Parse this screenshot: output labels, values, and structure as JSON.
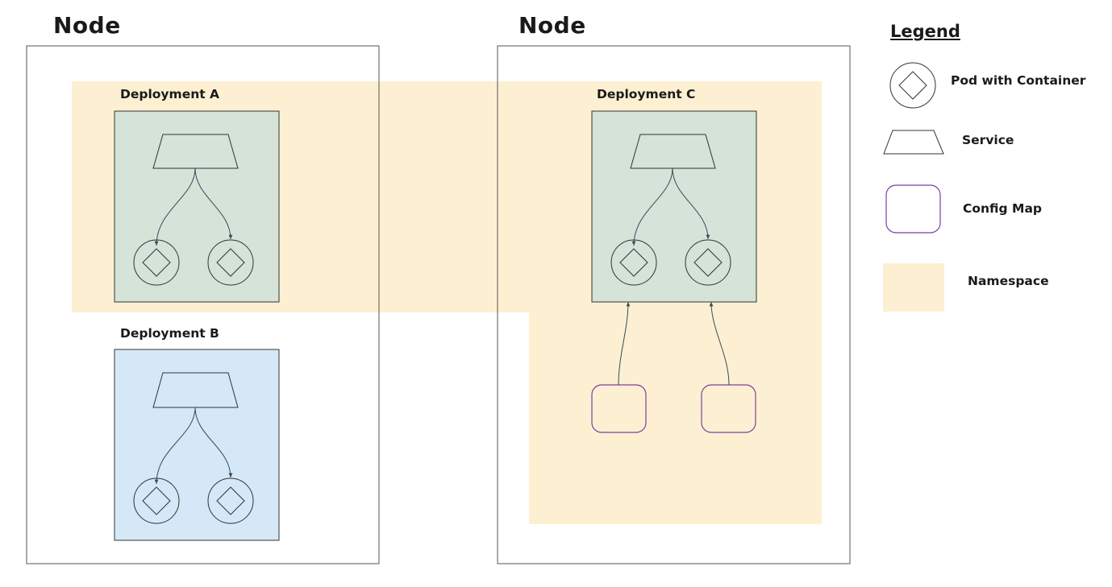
{
  "nodes": [
    {
      "title": "Node"
    },
    {
      "title": "Node"
    }
  ],
  "deployments": [
    {
      "title": "Deployment A",
      "fill": "#d5e3d9"
    },
    {
      "title": "Deployment B",
      "fill": "#d4e8f7"
    },
    {
      "title": "Deployment C",
      "fill": "#d5e3d9"
    }
  ],
  "legend": {
    "title": "Legend",
    "items": [
      {
        "label": "Pod with Container",
        "icon": "pod-icon"
      },
      {
        "label": "Service",
        "icon": "service-icon"
      },
      {
        "label": "Config Map",
        "icon": "config-map-icon"
      },
      {
        "label": "Namespace",
        "icon": "namespace-swatch"
      }
    ]
  },
  "colors": {
    "namespace": "#fdf0d2",
    "config_map_border": "#7b3fa0",
    "line": "#3a4a5a",
    "node_border": "#555555"
  }
}
